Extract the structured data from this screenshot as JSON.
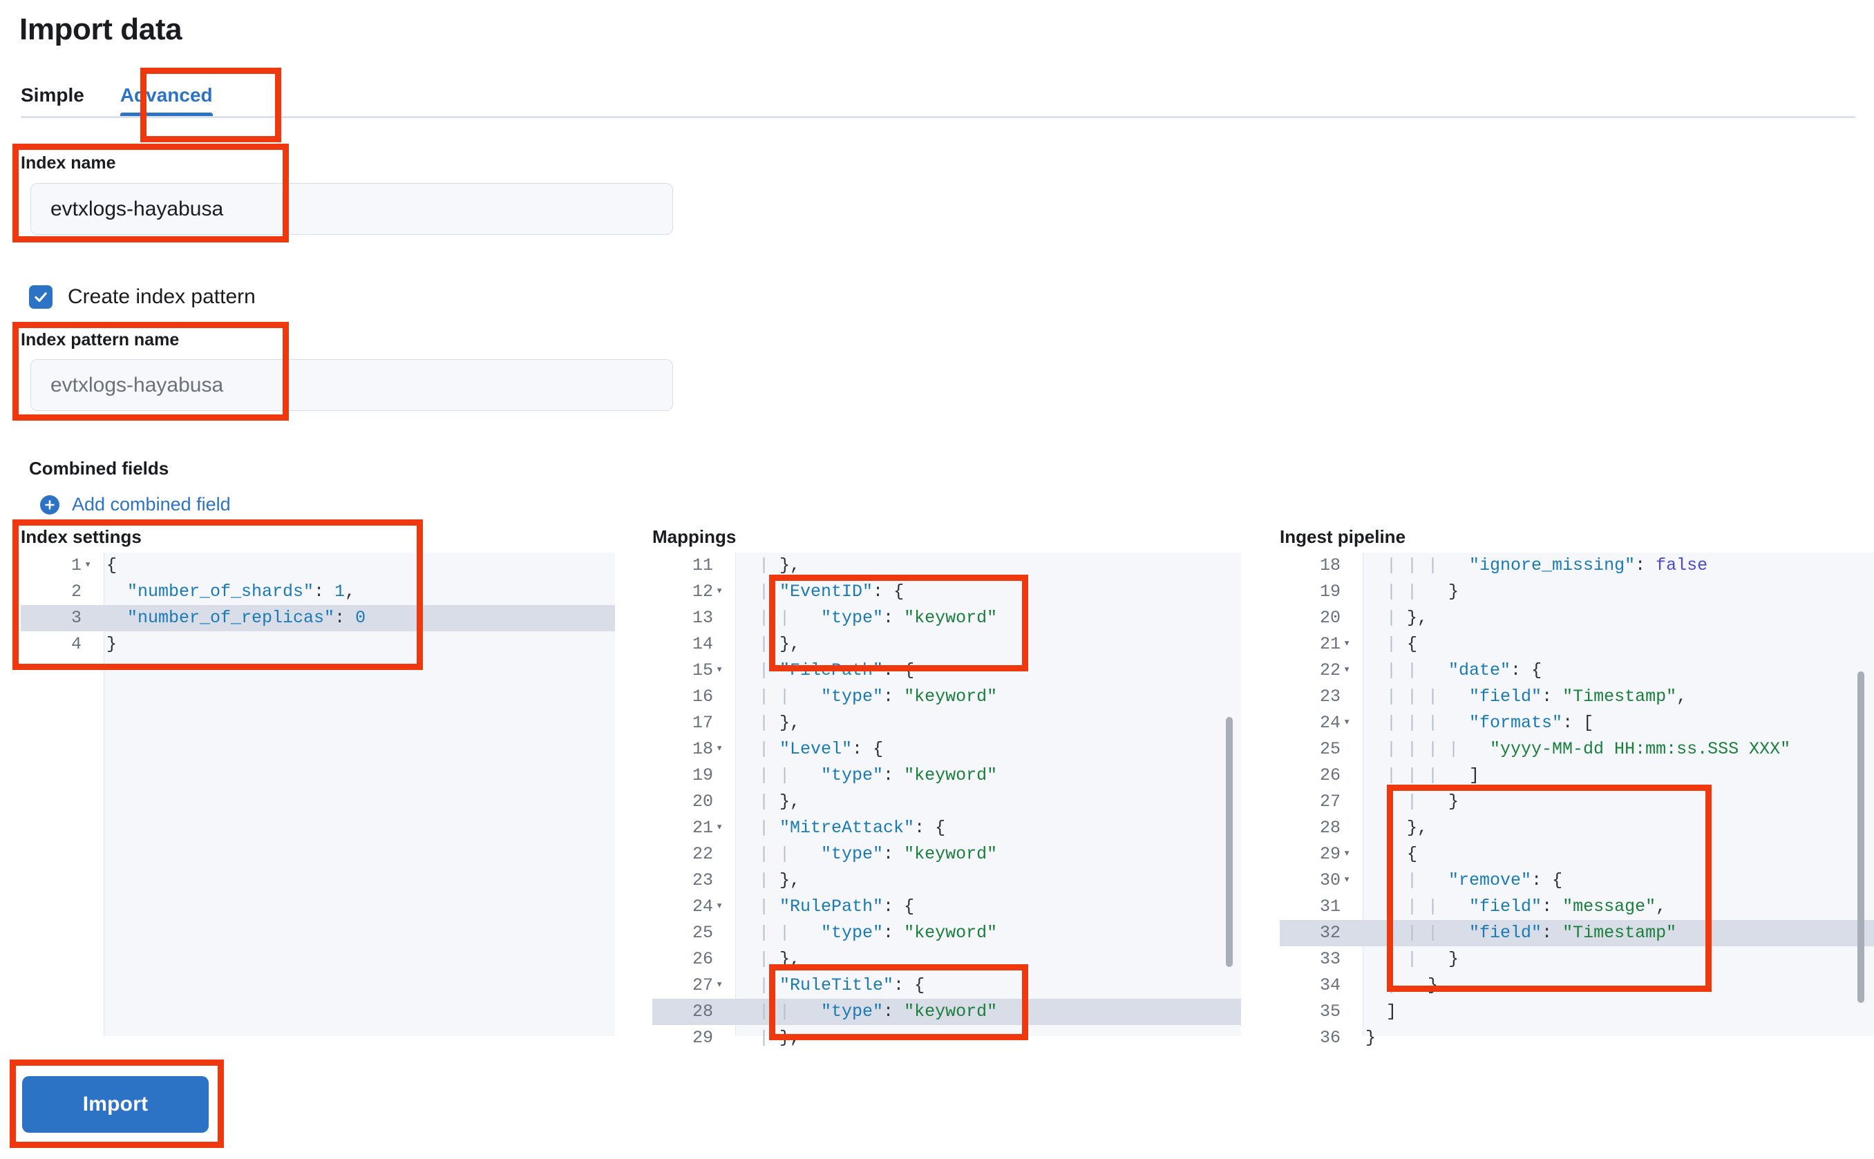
{
  "page": {
    "title": "Import data"
  },
  "tabs": [
    {
      "label": "Simple",
      "active": false
    },
    {
      "label": "Advanced",
      "active": true
    }
  ],
  "index_name": {
    "label": "Index name",
    "value": "evtxlogs-hayabusa"
  },
  "create_index_pattern": {
    "label": "Create index pattern",
    "checked": true
  },
  "index_pattern_name": {
    "label": "Index pattern name",
    "placeholder": "evtxlogs-hayabusa"
  },
  "combined_fields": {
    "title": "Combined fields",
    "add_link": "Add combined field"
  },
  "index_settings": {
    "title": "Index settings",
    "lines": [
      {
        "n": "1",
        "fold": true,
        "highlight": false,
        "code": "{"
      },
      {
        "n": "2",
        "fold": false,
        "highlight": false,
        "code": "  \"number_of_shards\": 1,"
      },
      {
        "n": "3",
        "fold": false,
        "highlight": true,
        "code": "  \"number_of_replicas\": 0"
      },
      {
        "n": "4",
        "fold": false,
        "highlight": false,
        "code": "}"
      }
    ]
  },
  "mappings": {
    "title": "Mappings",
    "lines": [
      {
        "n": "11",
        "fold": false,
        "highlight": false,
        "code": "  | },"
      },
      {
        "n": "12",
        "fold": true,
        "highlight": false,
        "code": "  | \"EventID\": {"
      },
      {
        "n": "13",
        "fold": false,
        "highlight": false,
        "code": "  | |   \"type\": \"keyword\""
      },
      {
        "n": "14",
        "fold": false,
        "highlight": false,
        "code": "  | },"
      },
      {
        "n": "15",
        "fold": true,
        "highlight": false,
        "code": "  | \"FilePath\": {"
      },
      {
        "n": "16",
        "fold": false,
        "highlight": false,
        "code": "  | |   \"type\": \"keyword\""
      },
      {
        "n": "17",
        "fold": false,
        "highlight": false,
        "code": "  | },"
      },
      {
        "n": "18",
        "fold": true,
        "highlight": false,
        "code": "  | \"Level\": {"
      },
      {
        "n": "19",
        "fold": false,
        "highlight": false,
        "code": "  | |   \"type\": \"keyword\""
      },
      {
        "n": "20",
        "fold": false,
        "highlight": false,
        "code": "  | },"
      },
      {
        "n": "21",
        "fold": true,
        "highlight": false,
        "code": "  | \"MitreAttack\": {"
      },
      {
        "n": "22",
        "fold": false,
        "highlight": false,
        "code": "  | |   \"type\": \"keyword\""
      },
      {
        "n": "23",
        "fold": false,
        "highlight": false,
        "code": "  | },"
      },
      {
        "n": "24",
        "fold": true,
        "highlight": false,
        "code": "  | \"RulePath\": {"
      },
      {
        "n": "25",
        "fold": false,
        "highlight": false,
        "code": "  | |   \"type\": \"keyword\""
      },
      {
        "n": "26",
        "fold": false,
        "highlight": false,
        "code": "  | },"
      },
      {
        "n": "27",
        "fold": true,
        "highlight": false,
        "code": "  | \"RuleTitle\": {"
      },
      {
        "n": "28",
        "fold": false,
        "highlight": true,
        "code": "  | |   \"type\": \"keyword\""
      },
      {
        "n": "29",
        "fold": false,
        "highlight": false,
        "code": "  | },"
      }
    ]
  },
  "ingest_pipeline": {
    "title": "Ingest pipeline",
    "lines": [
      {
        "n": "18",
        "fold": false,
        "highlight": false,
        "code": "  | | |   \"ignore_missing\": false"
      },
      {
        "n": "19",
        "fold": false,
        "highlight": false,
        "code": "  | |   }"
      },
      {
        "n": "20",
        "fold": false,
        "highlight": false,
        "code": "  | },"
      },
      {
        "n": "21",
        "fold": true,
        "highlight": false,
        "code": "  | {"
      },
      {
        "n": "22",
        "fold": true,
        "highlight": false,
        "code": "  | |   \"date\": {"
      },
      {
        "n": "23",
        "fold": false,
        "highlight": false,
        "code": "  | | |   \"field\": \"Timestamp\","
      },
      {
        "n": "24",
        "fold": true,
        "highlight": false,
        "code": "  | | |   \"formats\": ["
      },
      {
        "n": "25",
        "fold": false,
        "highlight": false,
        "code": "  | | | |   \"yyyy-MM-dd HH:mm:ss.SSS XXX\""
      },
      {
        "n": "26",
        "fold": false,
        "highlight": false,
        "code": "  | | |   ]"
      },
      {
        "n": "27",
        "fold": false,
        "highlight": false,
        "code": "  | |   }"
      },
      {
        "n": "28",
        "fold": false,
        "highlight": false,
        "code": "  | },"
      },
      {
        "n": "29",
        "fold": true,
        "highlight": false,
        "code": "  | {"
      },
      {
        "n": "30",
        "fold": true,
        "highlight": false,
        "code": "  | |   \"remove\": {"
      },
      {
        "n": "31",
        "fold": false,
        "highlight": false,
        "code": "  | | |   \"field\": \"message\","
      },
      {
        "n": "32",
        "fold": false,
        "highlight": true,
        "code": "  | | |   \"field\": \"Timestamp\""
      },
      {
        "n": "33",
        "fold": false,
        "highlight": false,
        "code": "  | |   }"
      },
      {
        "n": "34",
        "fold": false,
        "highlight": false,
        "code": "  |   }"
      },
      {
        "n": "35",
        "fold": false,
        "highlight": false,
        "code": "  ]"
      },
      {
        "n": "36",
        "fold": false,
        "highlight": false,
        "code": "}"
      }
    ]
  },
  "import_button": {
    "label": "Import"
  },
  "colors": {
    "accent": "#2d73c5",
    "annotation": "#f0380f",
    "editor_bg": "#f5f7fa",
    "highlight_row": "#d8dde8",
    "string": "#1a7f3c",
    "key": "#1a7ab5",
    "boolean": "#4a4ad6"
  }
}
